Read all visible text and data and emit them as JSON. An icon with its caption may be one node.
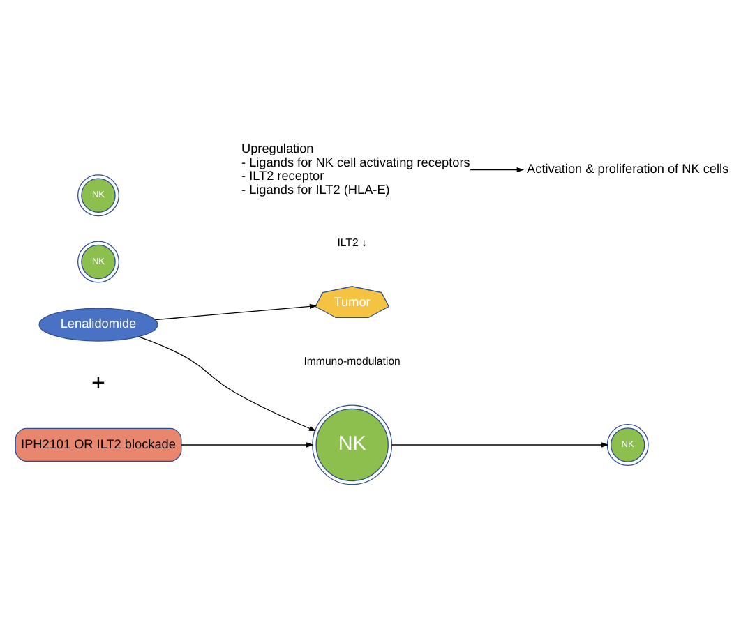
{
  "diagram": {
    "nodes": [
      {
        "text": [
          "Tumor"
        ]
      },
      {
        "text": [
          "Upregulation",
          "- Ligands for NK cell activating receptors",
          "- ILT2 receptor",
          "- Ligands for ILT2 (HLA-E)"
        ]
      },
      {
        "text": [
          "Activation & proliferation of NK cells"
        ]
      },
      {
        "text": [
          "Lenalidomide"
        ]
      },
      {
        "text": [
          "NK"
        ]
      },
      {
        "text": [
          "IPH2101 OR ILT2 blockade"
        ]
      },
      {
        "text": [
          "NK"
        ]
      },
      {
        "text": [
          "NK"
        ]
      },
      {
        "text": [
          "NK"
        ]
      }
    ],
    "edges": [
      {
        "from": 3,
        "to": 0,
        "arrow": "to"
      },
      {
        "from": 3,
        "to": 4,
        "arrow": "to"
      },
      {
        "from": 5,
        "to": 4,
        "arrow": "to"
      },
      {
        "from": 1,
        "to": 2,
        "arrow": "to"
      },
      {
        "from": 4,
        "to": 6,
        "arrow": "to"
      }
    ],
    "labels": [
      "Immuno-modulation",
      "ILT2 ↓",
      "+"
    ]
  }
}
